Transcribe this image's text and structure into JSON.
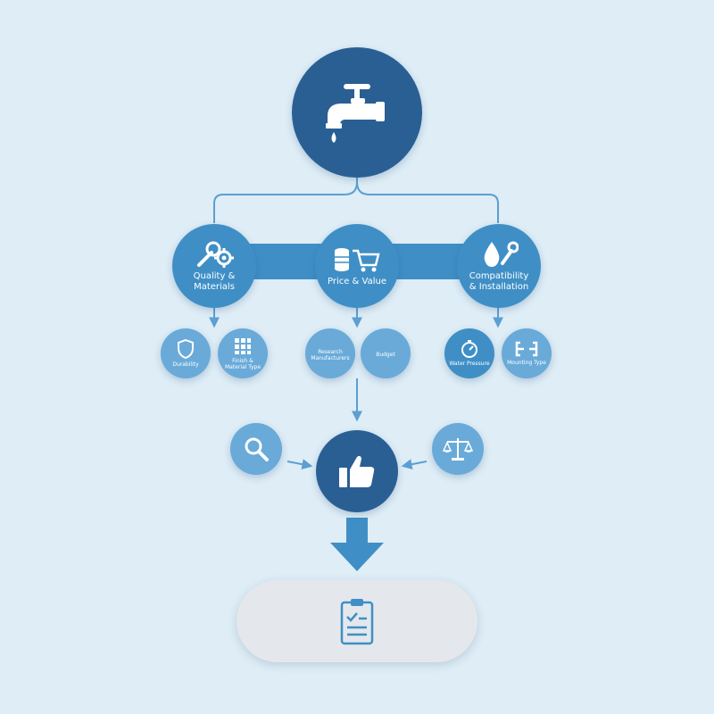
{
  "colors": {
    "background": "#deedf6",
    "dark_blue": "#2a5f94",
    "mid_blue": "#3f8fc6",
    "light_blue": "#69aad9",
    "connector": "#5c9fd2",
    "pill": "#e4e8ec"
  },
  "root": {
    "icon": "faucet-icon"
  },
  "criteria": [
    {
      "label": "Quality &\nMaterials",
      "icon": "wrench-gear-icon"
    },
    {
      "label": "Price & Value",
      "icon": "coins-cart-icon"
    },
    {
      "label": "Compatibility\n& Installation",
      "icon": "water-drop-wrench-icon"
    }
  ],
  "subcriteria": [
    {
      "label": "Durability",
      "icon": "shield-icon"
    },
    {
      "label": "Finish &\nMaterial Type",
      "icon": "grid-icon"
    },
    {
      "label": "Research\nManufacturers",
      "icon": ""
    },
    {
      "label": "Budget",
      "icon": ""
    },
    {
      "label": "Water Pressure",
      "icon": "gauge-icon"
    },
    {
      "label": "Mounting Type",
      "icon": "pipe-fitting-icon"
    }
  ],
  "evaluation": {
    "left_icon": "magnifier-icon",
    "center_icon": "thumbs-up-icon",
    "right_icon": "balance-scale-icon"
  },
  "result": {
    "icon": "checklist-clipboard-icon"
  }
}
